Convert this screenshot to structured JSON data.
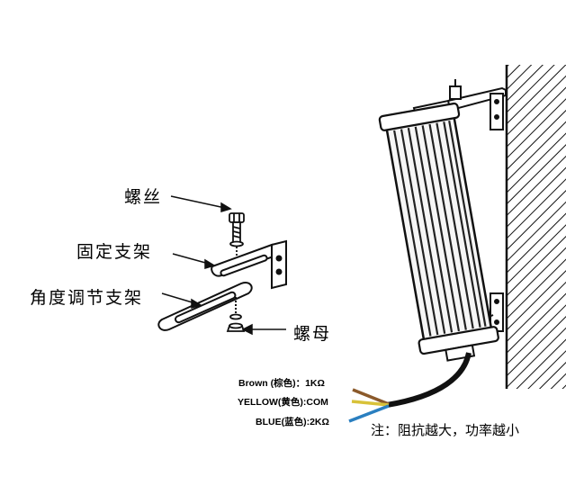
{
  "labels": {
    "screw": "螺丝",
    "fixed_bracket": "固定支架",
    "angle_bracket": "角度调节支架",
    "nut": "螺母"
  },
  "wires": [
    {
      "label": "Brown (棕色)：1KΩ",
      "color": "#8b5a2b"
    },
    {
      "label": "YELLOW(黄色):COM",
      "color": "#d8c23a"
    },
    {
      "label": "BLUE(蓝色):2KΩ",
      "color": "#2a7fc0"
    }
  ],
  "note": "注：阻抗越大，功率越小"
}
